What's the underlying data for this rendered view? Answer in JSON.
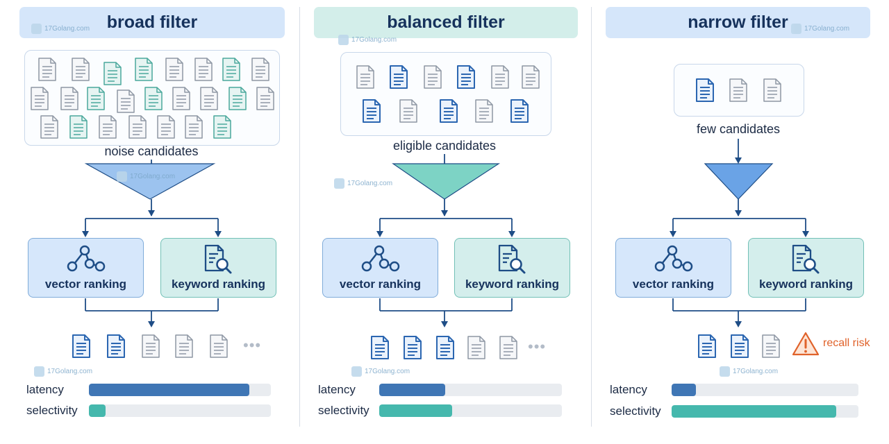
{
  "colors": {
    "doc_gray": "#8e97a4",
    "doc_teal": "#4aa89c",
    "doc_blue": "#2b66b1",
    "arrow": "#1e4d86",
    "latency_fill": "#3f76b5",
    "selectivity_fill": "#45b8ad",
    "warning": "#e0622a"
  },
  "watermark": {
    "text": "17Golang.com"
  },
  "panels": [
    {
      "title": "broad filter",
      "header_color": "#d5e6fa",
      "funnel_color": "#9cc3ef",
      "candidates_label": "noise candidates",
      "candidate_doc_types": [
        "gray",
        "gray",
        "teal",
        "teal",
        "gray",
        "gray",
        "teal",
        "gray",
        "gray",
        "gray",
        "teal",
        "gray",
        "teal",
        "gray",
        "gray",
        "teal",
        "gray",
        "gray",
        "teal",
        "gray",
        "gray",
        "gray",
        "gray",
        "teal"
      ],
      "vector_label": "vector ranking",
      "keyword_label": "keyword ranking",
      "result_doc_types": [
        "blue",
        "blue",
        "gray",
        "gray",
        "gray"
      ],
      "ellipsis": "•••",
      "latency_label": "latency",
      "selectivity_label": "selectivity",
      "latency": 0.88,
      "selectivity": 0.09
    },
    {
      "title": "balanced filter",
      "header_color": "#d3eeea",
      "funnel_color": "#7dd3c5",
      "candidates_label": "eligible candidates",
      "candidate_doc_types": [
        "gray",
        "blue",
        "gray",
        "blue",
        "gray",
        "gray",
        "blue",
        "gray",
        "blue",
        "gray",
        "blue"
      ],
      "vector_label": "vector ranking",
      "keyword_label": "keyword ranking",
      "result_doc_types": [
        "blue",
        "blue",
        "blue",
        "gray",
        "gray"
      ],
      "ellipsis": "•••",
      "latency_label": "latency",
      "selectivity_label": "selectivity",
      "latency": 0.36,
      "selectivity": 0.4
    },
    {
      "title": "narrow filter",
      "header_color": "#d5e6fa",
      "funnel_color": "#6aa3e6",
      "candidates_label": "few candidates",
      "candidate_doc_types": [
        "blue",
        "gray",
        "gray"
      ],
      "vector_label": "vector ranking",
      "keyword_label": "keyword ranking",
      "result_doc_types": [
        "blue",
        "blue",
        "gray"
      ],
      "warning_label": "recall risk",
      "latency_label": "latency",
      "selectivity_label": "selectivity",
      "latency": 0.13,
      "selectivity": 0.88
    }
  ]
}
